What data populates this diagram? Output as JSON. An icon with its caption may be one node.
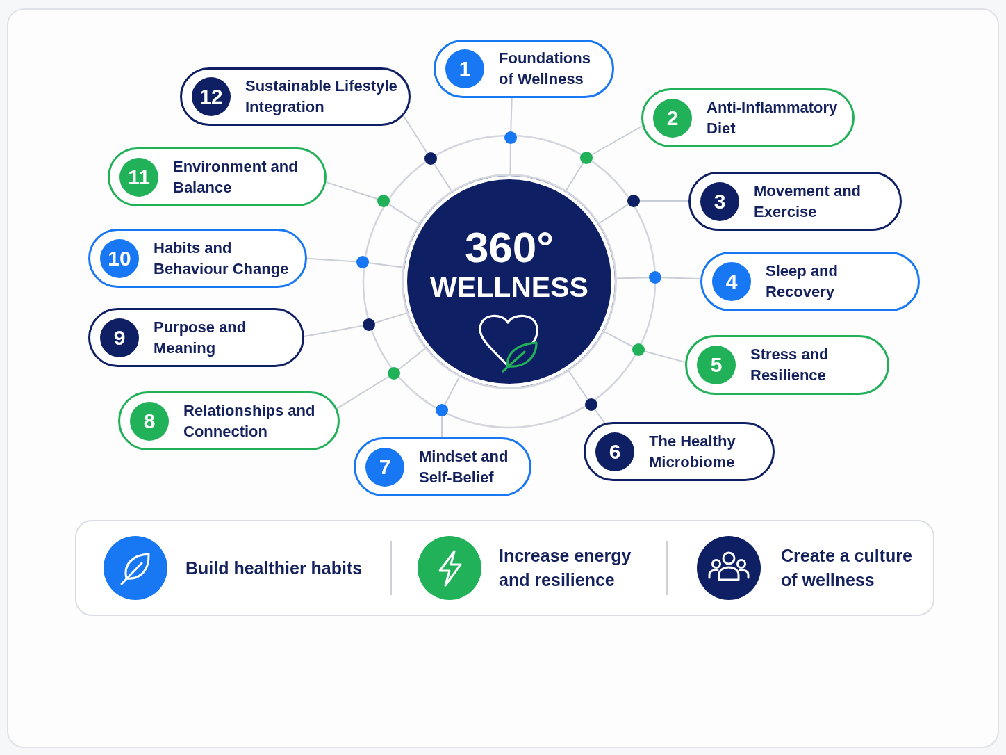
{
  "diagram": {
    "nodes": [
      {
        "text": [
          "360°",
          "WELLNESS"
        ]
      },
      {
        "text": [
          "1",
          "Foundations of Wellness"
        ]
      },
      {
        "text": [
          "2",
          "Anti-Inflammatory Diet"
        ]
      },
      {
        "text": [
          "3",
          "Movement and Exercise"
        ]
      },
      {
        "text": [
          "4",
          "Sleep and Recovery"
        ]
      },
      {
        "text": [
          "5",
          "Stress and Resilience"
        ]
      },
      {
        "text": [
          "6",
          "The Healthy Microbiome"
        ]
      },
      {
        "text": [
          "7",
          "Mindset and Self-Belief"
        ]
      },
      {
        "text": [
          "8",
          "Relationships and Connection"
        ]
      },
      {
        "text": [
          "9",
          "Purpose and Meaning"
        ]
      },
      {
        "text": [
          "10",
          "Habits and Behaviour Change"
        ]
      },
      {
        "text": [
          "11",
          "Environment and Balance"
        ]
      },
      {
        "text": [
          "12",
          "Sustainable Lifestyle Integration"
        ]
      },
      {
        "text": [
          "Build healthier habits",
          "Increase energy and resilience",
          "Create a culture of wellness"
        ]
      }
    ],
    "edges": [
      {
        "from": 0,
        "to": 1,
        "arrow": "none"
      },
      {
        "from": 0,
        "to": 2,
        "arrow": "none"
      },
      {
        "from": 0,
        "to": 3,
        "arrow": "none"
      },
      {
        "from": 0,
        "to": 4,
        "arrow": "none"
      },
      {
        "from": 0,
        "to": 5,
        "arrow": "none"
      },
      {
        "from": 0,
        "to": 6,
        "arrow": "none"
      },
      {
        "from": 0,
        "to": 7,
        "arrow": "none"
      },
      {
        "from": 0,
        "to": 8,
        "arrow": "none"
      },
      {
        "from": 0,
        "to": 9,
        "arrow": "none"
      },
      {
        "from": 0,
        "to": 10,
        "arrow": "none"
      },
      {
        "from": 0,
        "to": 11,
        "arrow": "none"
      },
      {
        "from": 0,
        "to": 12,
        "arrow": "none"
      }
    ]
  }
}
